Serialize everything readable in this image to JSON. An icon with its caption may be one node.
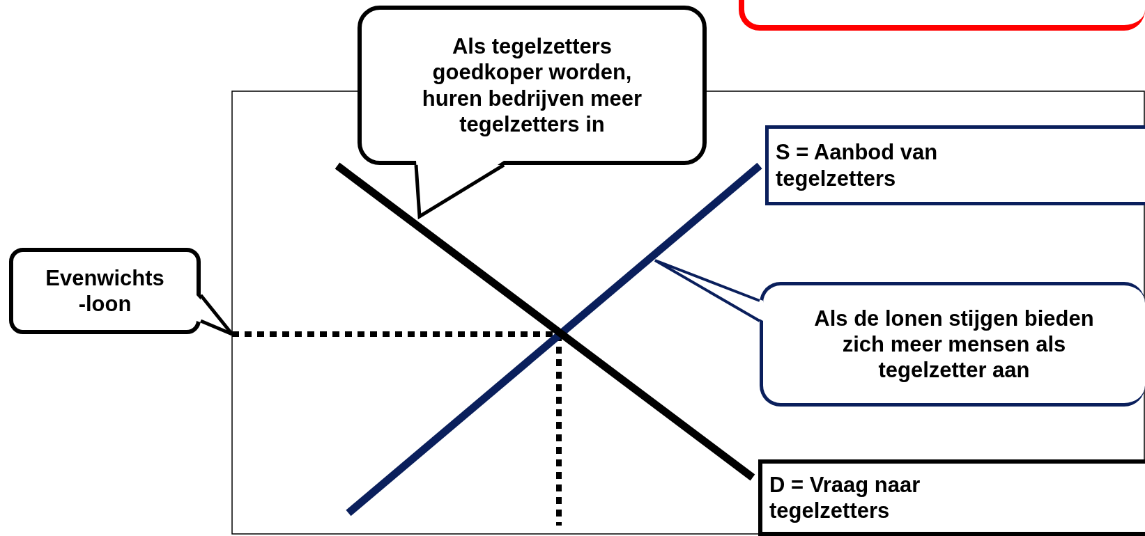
{
  "diagram": {
    "nodes": [
      {
        "text": [],
        "shape": "box"
      },
      {
        "text": [
          "Als tegelzetters goedkoper worden, huren bedrijven meer tegelzetters in"
        ]
      },
      {
        "text": [
          "S = Aanbod van tegelzetters"
        ]
      },
      {
        "text": [
          "Evenwichts -loon"
        ]
      },
      {
        "text": [
          "Als de lonen stijgen bieden zich meer mensen als tegelzetter aan"
        ]
      },
      {
        "text": [
          "D = Vraag naar tegelzetters"
        ]
      }
    ]
  }
}
